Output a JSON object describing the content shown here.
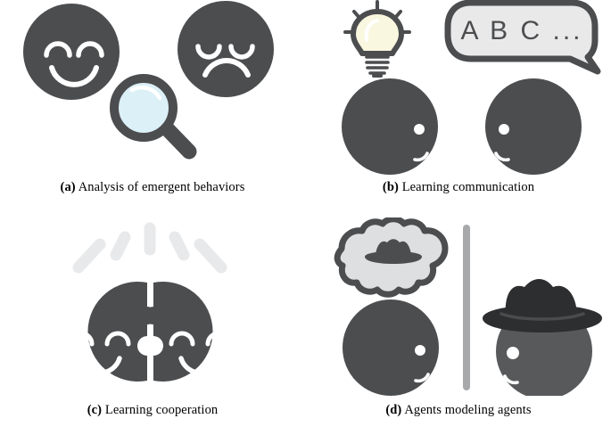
{
  "figure": {
    "colors": {
      "face_dark": "#4c4d4f",
      "face_light_gray": "#58595b",
      "hat_dark": "#2d2e30",
      "outline": "#4c4d4f",
      "lens_blue": "#dcf0f7",
      "bulb_cream": "#faf7e0",
      "bubble_fill": "#e9e9ea",
      "ray_gray": "#e8e9ea",
      "cloud_fill": "#dedfe0",
      "divider_gray": "#a8a9ab",
      "background": "#ffffff",
      "caption_text": "#000000"
    },
    "panels": [
      {
        "id": "a",
        "label": "(a)",
        "caption": "Analysis of emergent behaviors",
        "icons": [
          "happy-face-icon",
          "sad-face-icon",
          "magnifying-glass-icon"
        ]
      },
      {
        "id": "b",
        "label": "(b)",
        "caption": "Learning communication",
        "speech_bubble_text": "A B C ...",
        "icons": [
          "lightbulb-icon",
          "speech-bubble-icon",
          "profile-face-right-icon",
          "profile-face-left-icon"
        ]
      },
      {
        "id": "c",
        "label": "(c)",
        "caption": "Learning cooperation",
        "rays_count": 5,
        "icons": [
          "radiating-rays-icon",
          "puzzle-face-left-icon",
          "puzzle-face-right-icon"
        ]
      },
      {
        "id": "d",
        "label": "(d)",
        "caption": "Agents modeling agents",
        "icons": [
          "thought-cloud-hat-icon",
          "profile-face-right-icon",
          "vertical-divider",
          "hatted-face-icon"
        ]
      }
    ]
  }
}
